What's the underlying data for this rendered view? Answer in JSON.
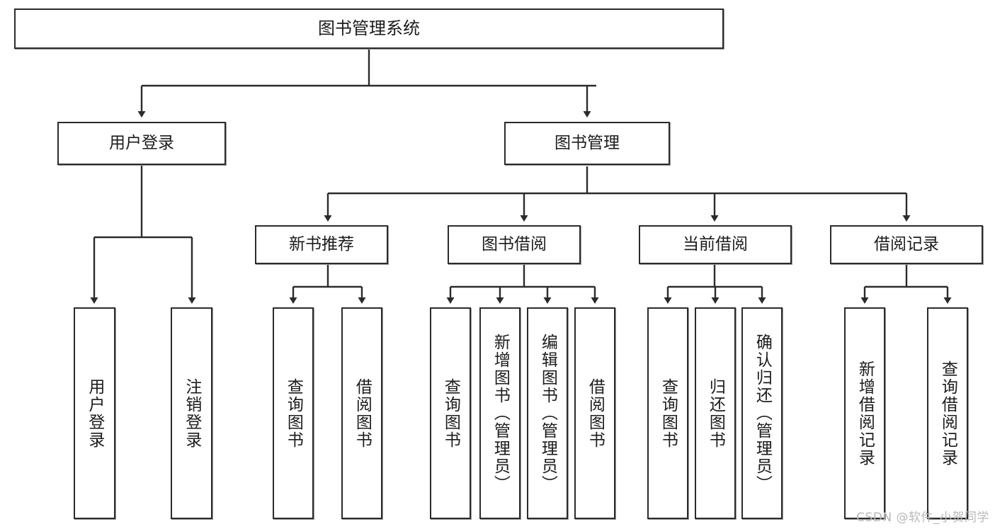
{
  "diagram": {
    "title": "图书管理系统",
    "type": "hierarchy-tree",
    "watermark": "CSDN @软件_小贺同学",
    "accent_color": "#2b2b2b",
    "background_color": "#ffffff",
    "root": {
      "label": "图书管理系统"
    },
    "level2": [
      {
        "label": "用户登录"
      },
      {
        "label": "图书管理"
      }
    ],
    "level3": [
      {
        "label": "新书推荐"
      },
      {
        "label": "图书借阅"
      },
      {
        "label": "当前借阅"
      },
      {
        "label": "借阅记录"
      }
    ],
    "leaves": {
      "user_login": [
        {
          "label": "用户登录"
        },
        {
          "label": "注销登录"
        }
      ],
      "new_book_recommend": [
        {
          "label": "查询图书"
        },
        {
          "label": "借阅图书"
        }
      ],
      "book_borrow": [
        {
          "label": "查询图书"
        },
        {
          "label": "新增图书（管理员）"
        },
        {
          "label": "编辑图书（管理员）"
        },
        {
          "label": "借阅图书"
        }
      ],
      "current_borrow": [
        {
          "label": "查询图书"
        },
        {
          "label": "归还图书"
        },
        {
          "label": "确认归还（管理员）"
        }
      ],
      "borrow_record": [
        {
          "label": "新增借阅记录"
        },
        {
          "label": "查询借阅记录"
        }
      ]
    }
  }
}
